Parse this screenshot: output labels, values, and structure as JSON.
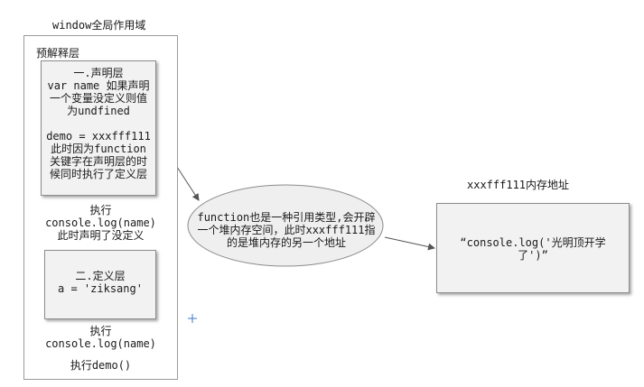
{
  "window_scope": {
    "title": "window全局作用域",
    "preparse_label": "预解释层",
    "declare_layer": {
      "title": "一.声明层",
      "line1": "var name 如果声明",
      "line2": "一个变量没定义则值",
      "line3": "为undfined",
      "line4": "demo = xxxfff111",
      "line5": "此时因为function",
      "line6": "关键字在声明层的时",
      "line7": "候同时执行了定义层"
    },
    "exec1": {
      "line1": "执行",
      "line2": "console.log(name)",
      "line3": "此时声明了没定义"
    },
    "define_layer": {
      "title": "二.定义层",
      "line1": "a = 'ziksang'"
    },
    "exec2": {
      "line1": "执行",
      "line2": "console.log(name)"
    },
    "exec3": "执行demo()"
  },
  "ellipse": {
    "line1": "function也是一种引用类型,会开辟",
    "line2": "一个堆内存空间，此时xxxfff111指",
    "line3": "的是堆内存的另一个地址"
  },
  "memory": {
    "title": "xxxfff111内存地址",
    "line1": "“console.log('光明顶开学",
    "line2": "了')”"
  },
  "colors": {
    "ellipse_fill": "#efefef",
    "box_fill": "#f2f2f2",
    "border": "#8c8c8c",
    "arrow": "#555555",
    "sparkle": "#3a78c8"
  }
}
